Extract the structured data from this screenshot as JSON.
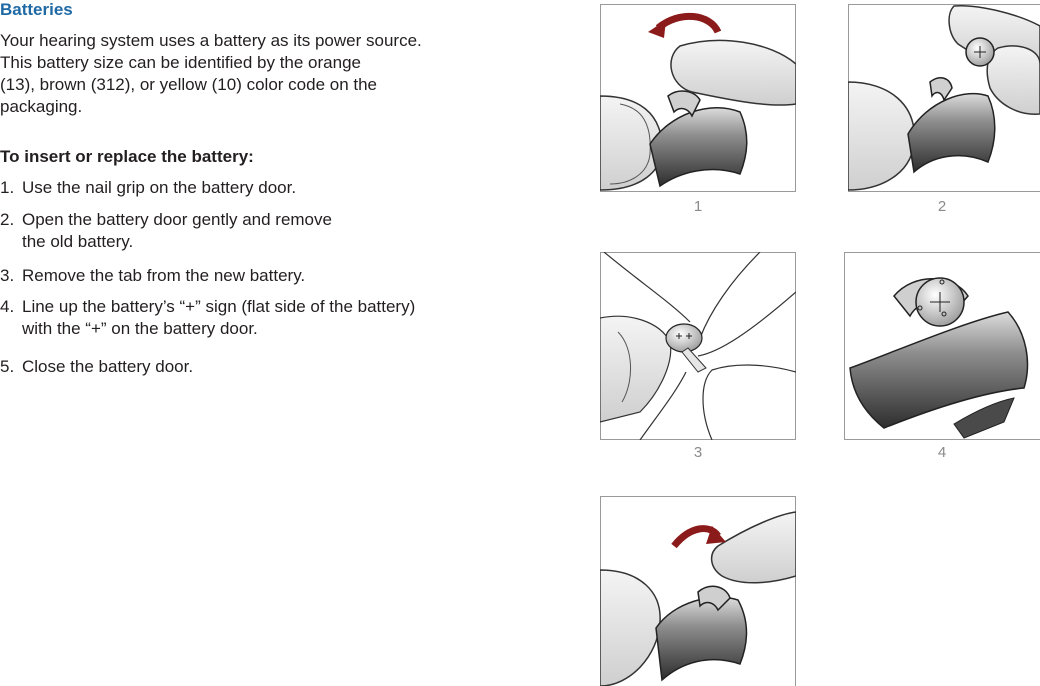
{
  "section_title": "Batteries",
  "intro_lines": [
    "Your hearing system uses a battery as its power source.",
    "This battery size can be identified by the orange",
    "(13), brown (312), or yellow (10) color code on the",
    "packaging."
  ],
  "subheading": "To insert or replace the battery:",
  "steps": [
    {
      "num": "1.",
      "lines": [
        "Use the nail grip on the battery door."
      ]
    },
    {
      "num": "2.",
      "lines": [
        "Open the battery door gently and remove",
        "the old battery."
      ]
    },
    {
      "num": "3.",
      "lines": [
        "Remove the tab from the new battery."
      ]
    },
    {
      "num": "4.",
      "lines": [
        "Line up the battery’s “+” sign (flat side of the battery)",
        "with the “+” on the battery door."
      ]
    },
    {
      "num": "5.",
      "lines": [
        "Close the battery door."
      ]
    }
  ],
  "figure_captions": [
    "1",
    "2",
    "3",
    "4"
  ],
  "colors": {
    "title": "#1f6aa5",
    "arrow": "#8b1a1a",
    "frame": "#9a9a9a"
  }
}
